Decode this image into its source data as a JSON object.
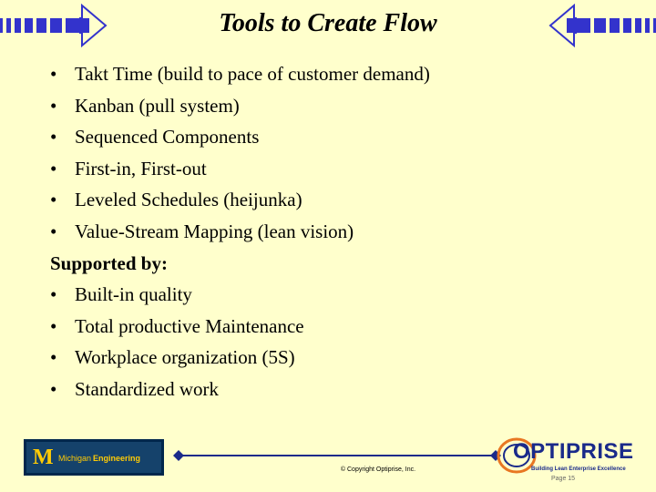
{
  "slide": {
    "title": "Tools to Create Flow",
    "bullet_char": "•",
    "items": [
      "Takt Time (build to pace of customer demand)",
      "Kanban (pull system)",
      "Sequenced Components",
      "First-in, First-out",
      "Leveled Schedules (heijunka)",
      "Value-Stream Mapping (lean vision)"
    ],
    "supported_heading": "Supported by:",
    "supported_items": [
      "Built-in quality",
      "Total productive Maintenance",
      "Workplace organization (5S)",
      "Standardized work"
    ]
  },
  "footer": {
    "left_logo_text_1": "Michigan",
    "left_logo_text_2": "Engineering",
    "copyright": "© Copyright Optiprise, Inc.",
    "right_logo_text": "OPTIPRISE",
    "right_logo_tagline": "Building Lean Enterprise Excellence",
    "page_label": "Page 15"
  },
  "colors": {
    "background": "#FFFFCC",
    "decor_blue": "#3333CC",
    "arrow_fill": "#FFFFCC",
    "michigan_blue": "#00274C",
    "maize": "#FFCB05",
    "optiprise_blue": "#1a2a8a",
    "optiprise_orange": "#E87722"
  }
}
